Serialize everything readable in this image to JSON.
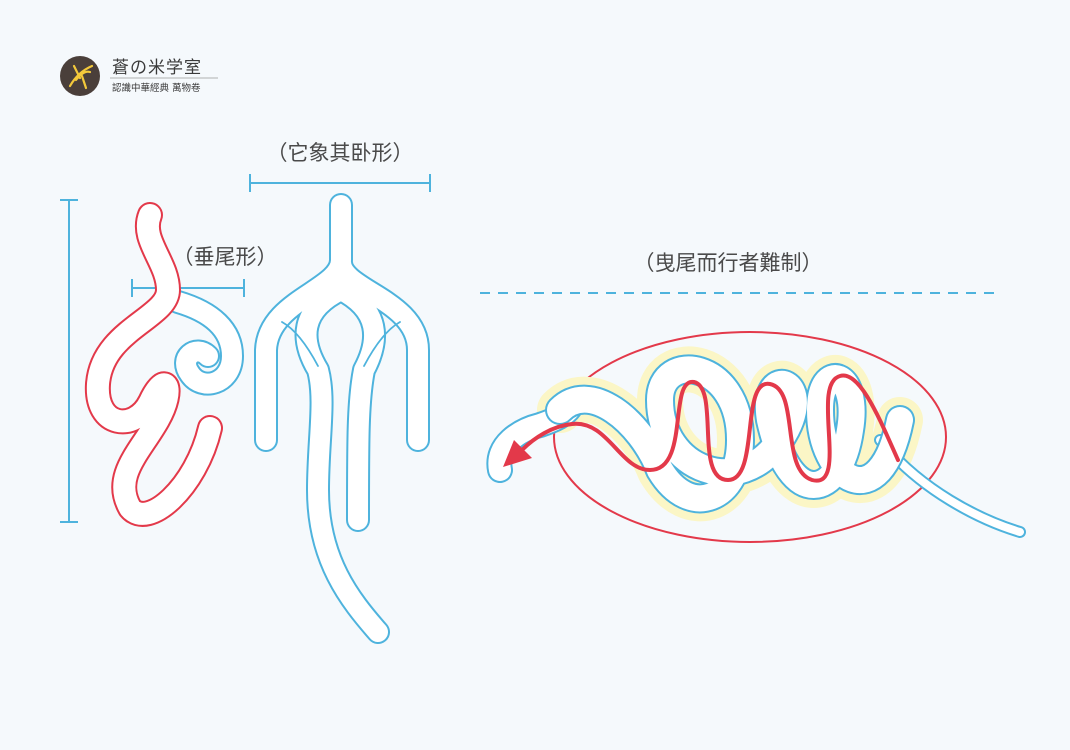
{
  "brand": {
    "title": "蒼の米学室",
    "subtitle": "認識中華經典 萬物卷"
  },
  "labels": {
    "lying_form": "（它象其卧形）",
    "hanging_tail": "（垂尾形）",
    "dragging_tail": "（曳尾而行者難制）"
  },
  "colors": {
    "outline": "#4eb3dd",
    "accent_red": "#e3394a",
    "highlight_yellow": "#fbf6c6",
    "fill": "#ffffff",
    "background": "#f5f9fc"
  }
}
